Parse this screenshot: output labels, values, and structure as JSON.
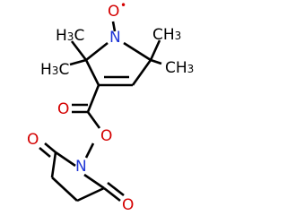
{
  "molecule": {
    "colors": {
      "bond": "#000000",
      "carbon_label": "#000000",
      "nitrogen": "#1f36d6",
      "oxygen": "#d40000"
    },
    "labels": {
      "oxyl_o": "O",
      "radical_dot": "•",
      "pyrroline_n": "N",
      "left_methyl_upper": {
        "main": "H",
        "sub": "3",
        "end": "C"
      },
      "left_methyl_lower": {
        "main": "H",
        "sub": "3",
        "end": "C"
      },
      "right_methyl_upper": {
        "main": "CH",
        "sub": "3"
      },
      "right_methyl_lower": {
        "main": "CH",
        "sub": "3"
      },
      "carbonyl_o": "O",
      "ester_o": "O",
      "succinimide_n": "N",
      "imide_o_upper": "O",
      "imide_o_lower": "O"
    }
  }
}
